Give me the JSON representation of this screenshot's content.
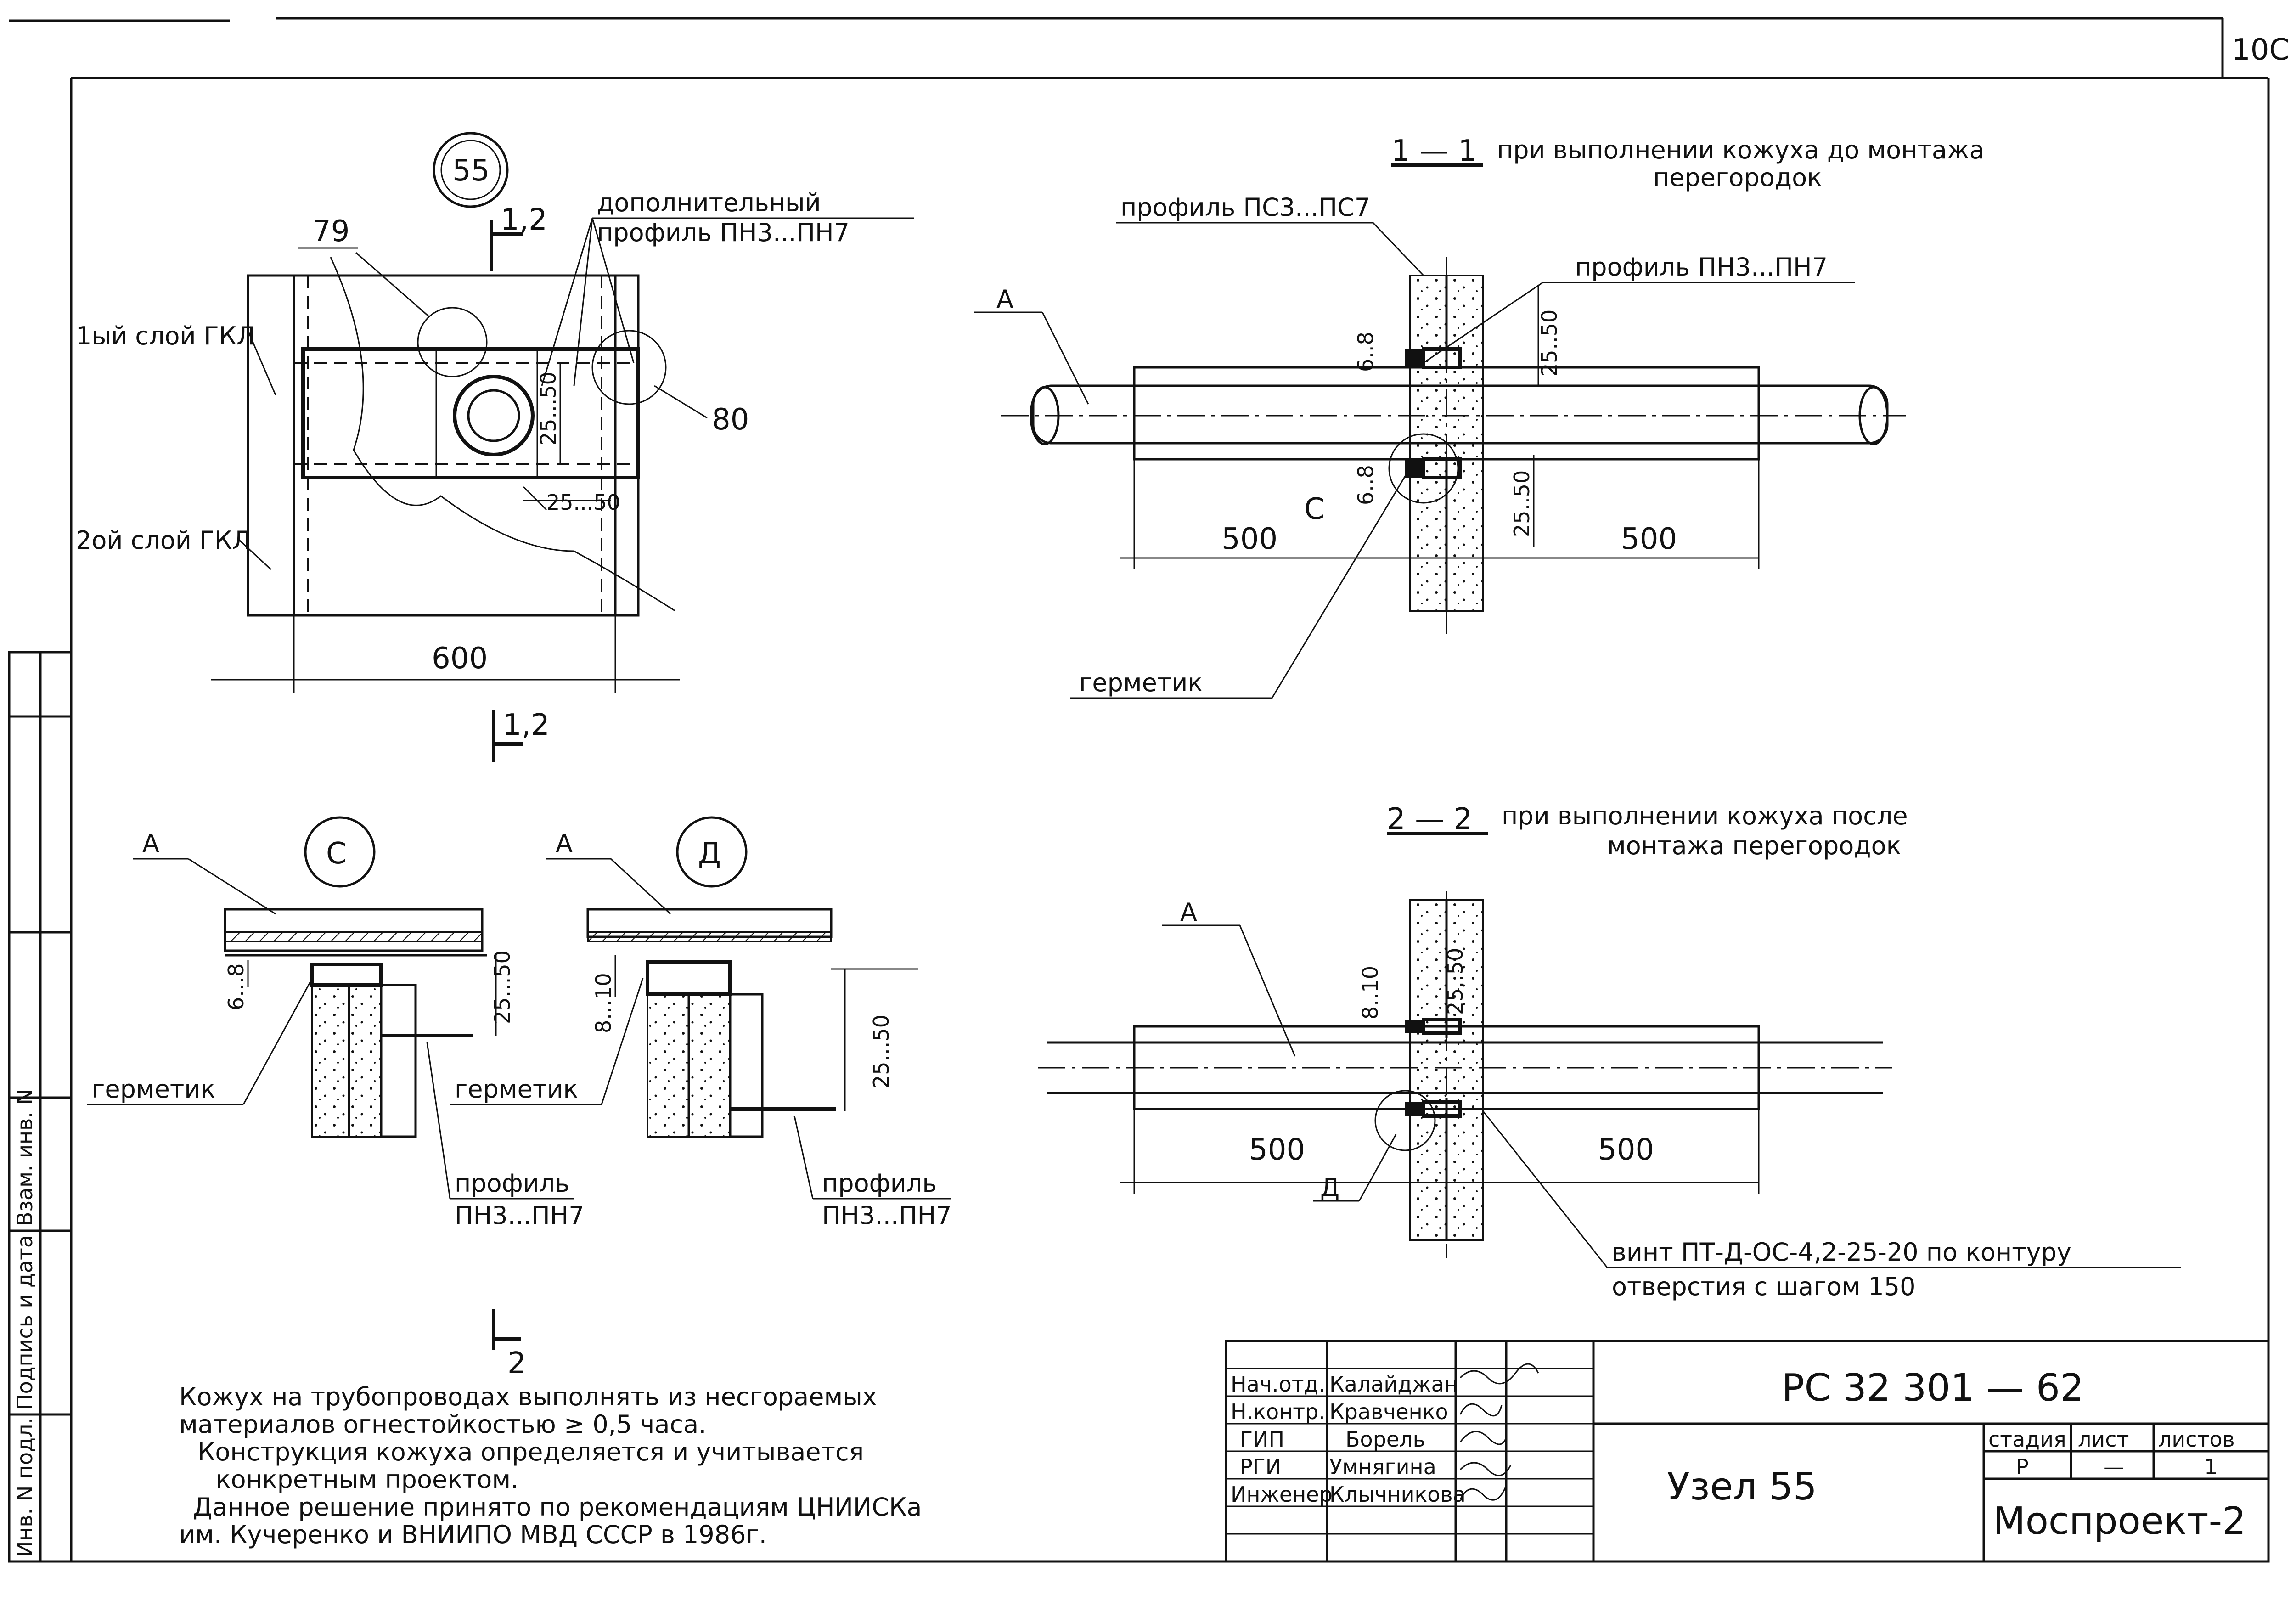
{
  "sheet": {
    "page_number": "10С"
  },
  "node_view": {
    "node_mark": "55",
    "section_mark_top": "1,2",
    "section_mark_bottom": "1,2",
    "dim_79": "79",
    "dim_80": "80",
    "dim_600": "600",
    "dim_25_50_v": "25...50",
    "dim_25_50_h": "25...50",
    "label_layer1": "1ый слой ГКЛ",
    "label_layer2": "2ой слой ГКЛ",
    "label_profile_line1": "дополнительный",
    "label_profile_line2": "профиль ПН3...ПН7"
  },
  "section_1": {
    "mark": "1 — 1",
    "title_line1": "при выполнении кожуха до монтажа",
    "title_line2": "перегородок",
    "label_a": "А",
    "label_ps": "профиль ПС3...ПС7",
    "label_pn": "профиль ПН3...ПН7",
    "dim_6_8_top": "6..8",
    "dim_6_8_bottom": "6..8",
    "dim_25_50_top": "25..50",
    "dim_25_50_bottom": "25..50",
    "label_c": "С",
    "dim_500_left": "500",
    "dim_500_right": "500",
    "label_sealant": "герметик"
  },
  "section_2": {
    "mark": "2 — 2",
    "title_line1": "при выполнении кожуха после",
    "title_line2": "монтажа перегородок",
    "label_a": "А",
    "dim_8_10": "8..10",
    "dim_25_50": "25..50",
    "dim_500_left": "500",
    "dim_500_right": "500",
    "label_d": "Д",
    "screw_line1": "винт ПТ-Д-ОС-4,2-25-20 по контуру",
    "screw_line2": "отверстия с шагом 150"
  },
  "detail_c": {
    "mark": "С",
    "label_a": "А",
    "dim_6_8": "6...8",
    "dim_25_50": "25...50",
    "label_sealant": "герметик",
    "label_profile_line1": "профиль",
    "label_profile_line2": "ПН3...ПН7"
  },
  "detail_d": {
    "mark": "Д",
    "label_a": "А",
    "dim_8_10": "8...10",
    "dim_25_50": "25...50",
    "label_sealant": "герметик",
    "label_profile_line1": "профиль",
    "label_profile_line2": "ПН3...ПН7"
  },
  "section_2_mark": "2",
  "notes": [
    "Кожух на трубопроводах выполнять из несгораемых",
    "материалов огнестойкостью ≥ 0,5 часа.",
    "Конструкция кожуха определяется и учитывается",
    "конкретным проектом.",
    "Данное решение принято по рекомендациям ЦНИИСКа",
    "им. Кучеренко и ВНИИПО МВД СССР в 1986г."
  ],
  "side_stamp": {
    "inv_no": "Инв. N подл.",
    "signature_date": "Подпись и дата",
    "replace_inv": "Взам. инв. N"
  },
  "title_block": {
    "roles": [
      {
        "role": "Нач.отд.",
        "name": "Калайджан"
      },
      {
        "role": "Н.контр.",
        "name": "Кравченко"
      },
      {
        "role": "ГИП",
        "name": "Борель"
      },
      {
        "role": "РГИ",
        "name": "Умнягина"
      },
      {
        "role": "Инженер",
        "name": "Клычникова"
      }
    ],
    "document_code": "РС 32 301 — 62",
    "sheet_title": "Узел 55",
    "stage_header": "стадия",
    "sheet_header": "лист",
    "sheets_header": "листов",
    "stage_value": "Р",
    "sheet_value": "—",
    "sheets_value": "1",
    "organization": "Моспроект-2"
  }
}
